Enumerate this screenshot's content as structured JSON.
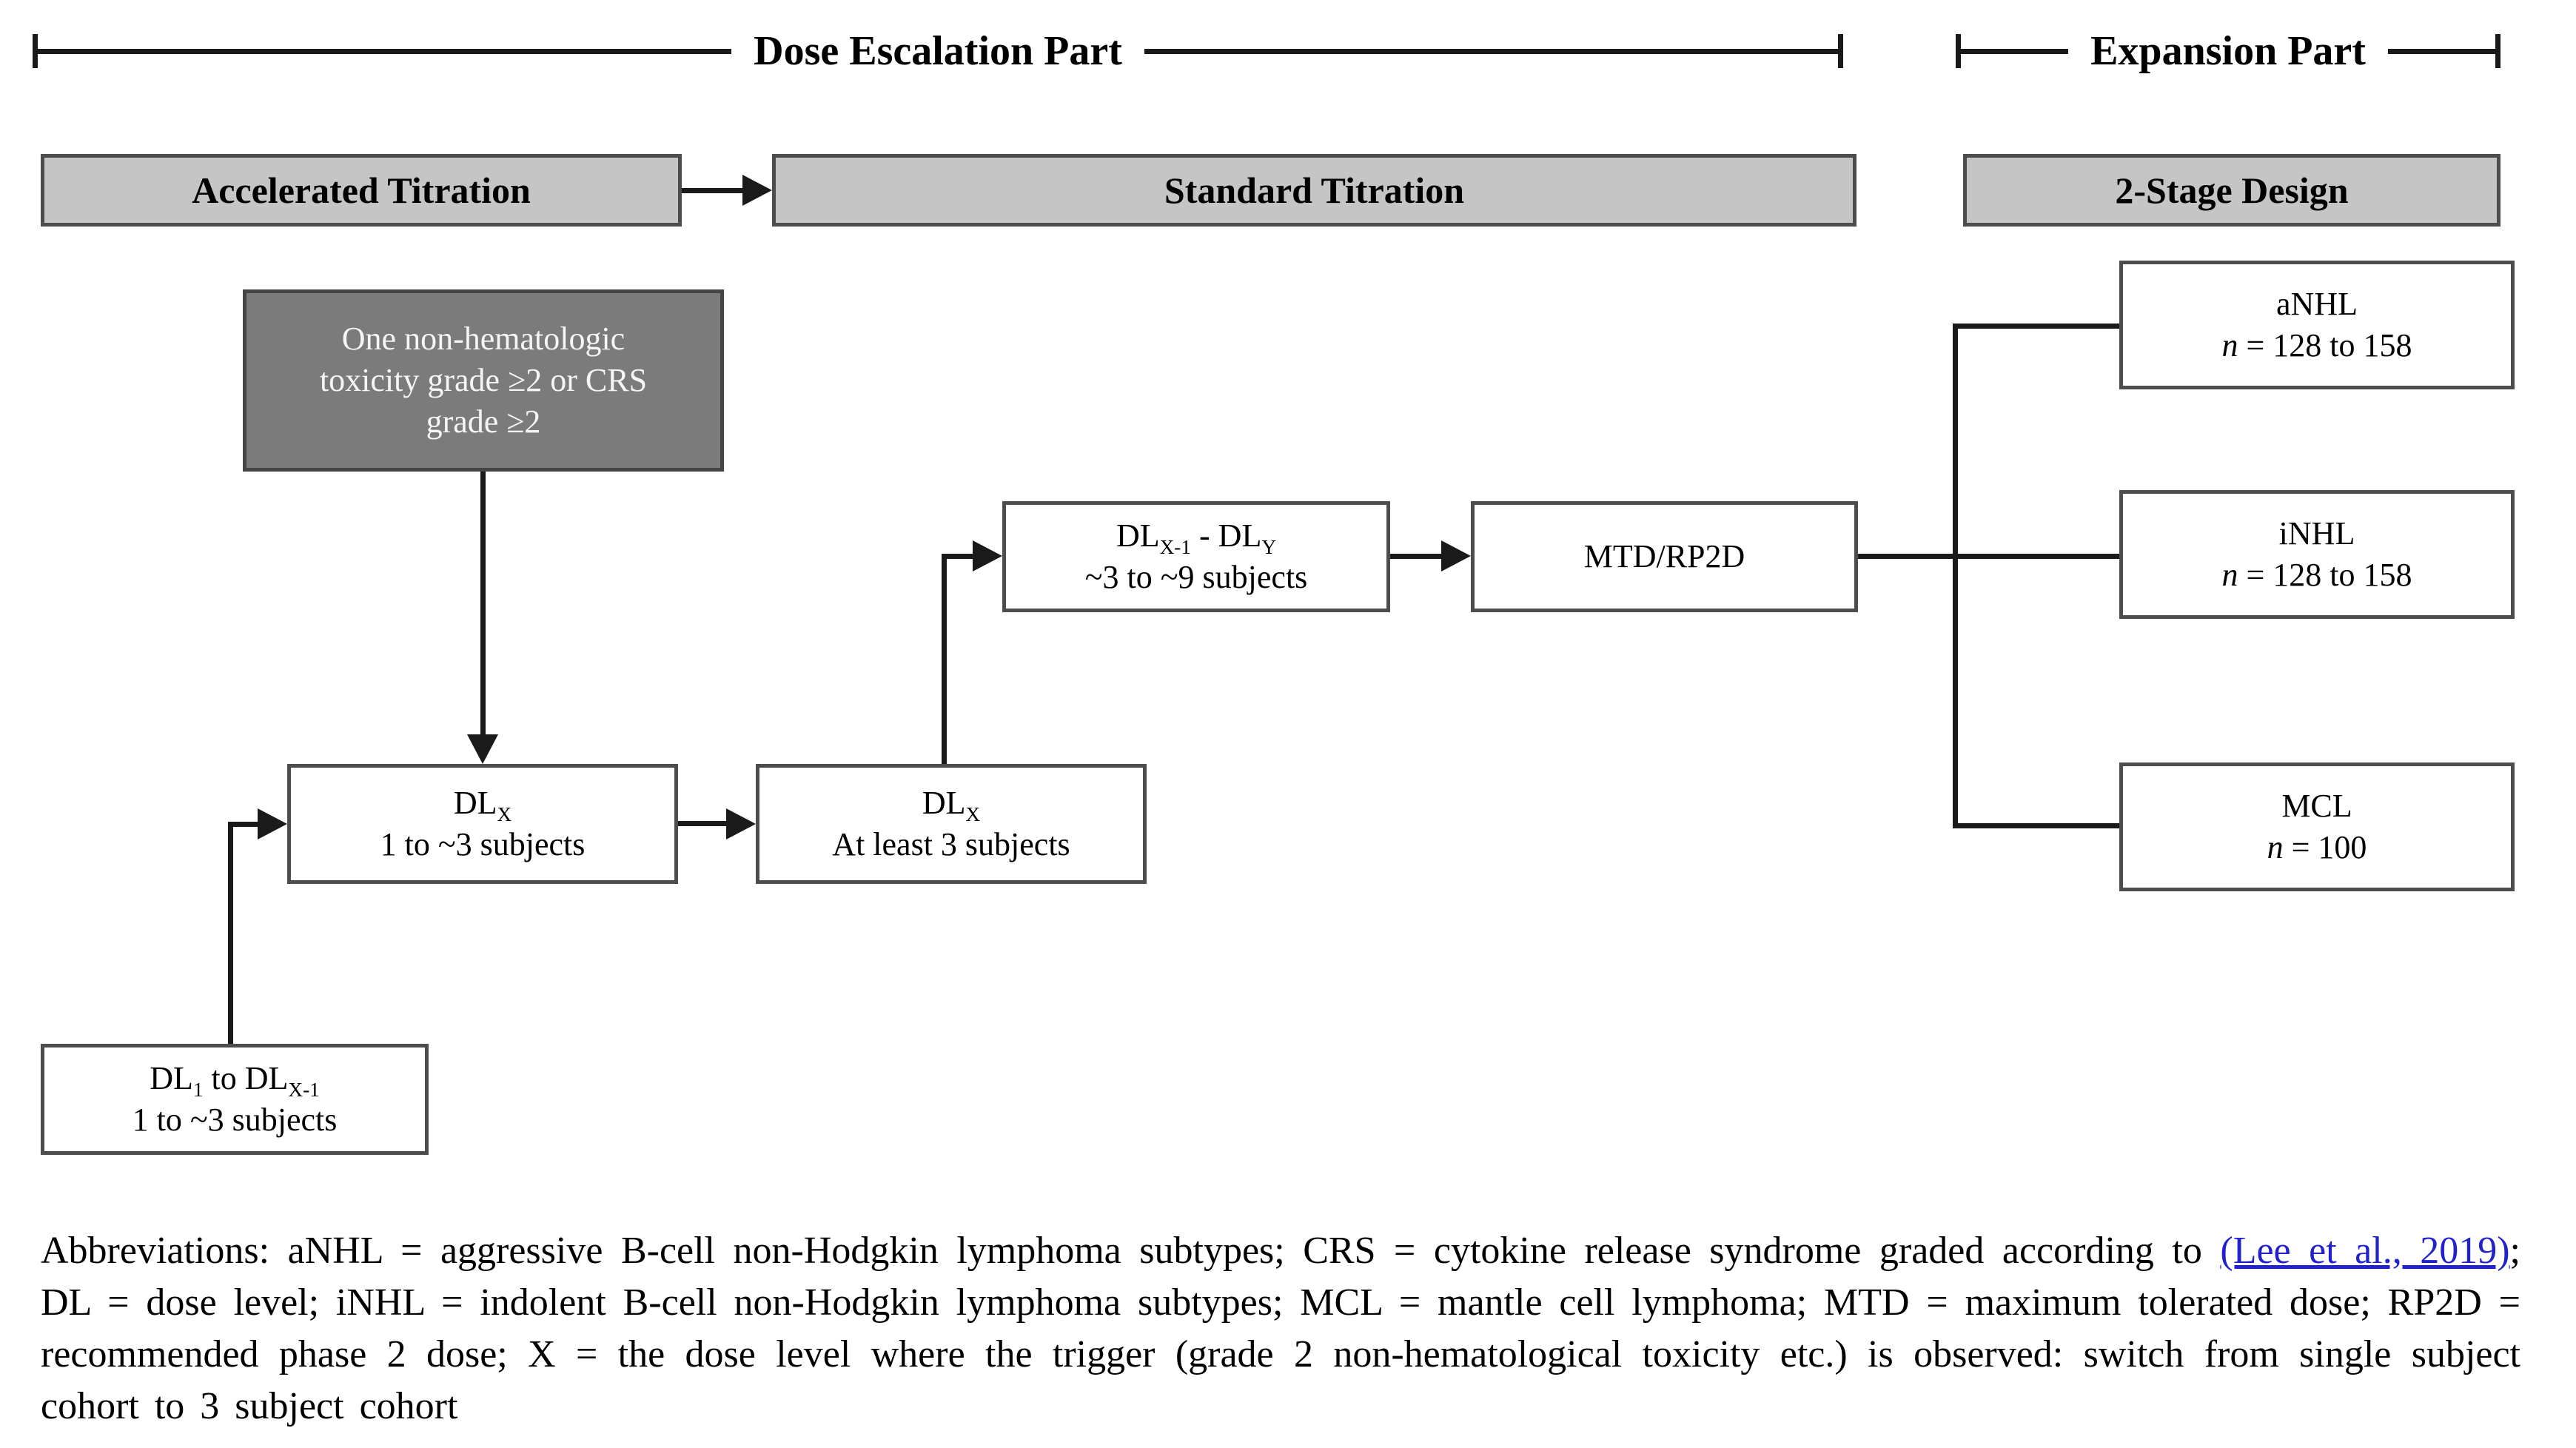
{
  "brackets": {
    "dose_escalation_label": "Dose Escalation Part",
    "expansion_label": "Expansion Part"
  },
  "headers": {
    "accelerated": "Accelerated Titration",
    "standard": "Standard Titration",
    "two_stage": "2-Stage Design"
  },
  "trigger_box": {
    "line1": "One non-hematologic",
    "line2": "toxicity grade ≥2 or CRS",
    "line3": "grade ≥2"
  },
  "dl_x_accel": {
    "p1": "DL",
    "s1": "X",
    "line2": "1 to ~3 subjects"
  },
  "dl_x_standard": {
    "p1": "DL",
    "s1": "X",
    "line2": "At least 3 subjects"
  },
  "dl_range": {
    "p1": "DL",
    "s1": "X-1",
    "p2": " - DL",
    "s2": "Y",
    "line2": "~3 to ~9 subjects"
  },
  "mtd_box": {
    "label": "MTD/RP2D"
  },
  "expansion_boxes": {
    "anhl": {
      "title": "aNHL",
      "n_italic": "n",
      "n_rest": " = 128 to 158"
    },
    "inhl": {
      "title": "iNHL",
      "n_italic": "n",
      "n_rest": " = 128 to 158"
    },
    "mcl": {
      "title": "MCL",
      "n_italic": "n",
      "n_rest": " = 100"
    }
  },
  "dl_start": {
    "p1": "DL",
    "s1": "1",
    "p2": " to DL",
    "s2": "X-1",
    "line2": "1 to ~3 subjects"
  },
  "abbreviations": {
    "before": "Abbreviations: aNHL = aggressive B-cell non-Hodgkin lymphoma subtypes; CRS = cytokine release syndrome graded according to ",
    "link": "(Lee et al., 2019)",
    "after": "; DL = dose level; iNHL = indolent B-cell non-Hodgkin lymphoma subtypes; MCL = mantle cell lymphoma; MTD = maximum tolerated dose; RP2D = recommended phase 2 dose; X = the dose level where the trigger (grade 2 non-hematological toxicity etc.) is observed: switch from single subject cohort to 3 subject cohort"
  },
  "colors": {
    "header_fill": "#c5c5c5",
    "trigger_fill": "#7b7b7b",
    "trigger_text": "#f5f5f5",
    "border_color": "#4d4d4d",
    "line_color": "#1a1a1a",
    "link_blue": "#2222cc"
  }
}
